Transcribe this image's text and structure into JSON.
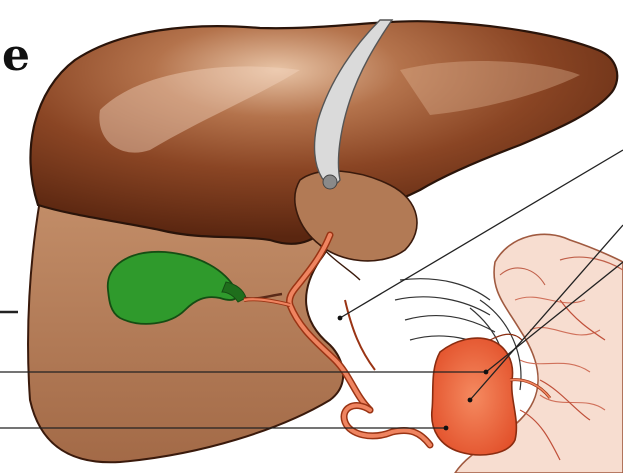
{
  "label_fragment": "e",
  "colors": {
    "background": "#ffffff",
    "liver_dark": "#5e2a12",
    "liver_mid": "#8f4a25",
    "liver_light": "#c9936a",
    "liver_lower": "#b37a56",
    "outline": "#2a140a",
    "ligament": "#d6d6d6",
    "gallbladder": "#2f9a2c",
    "gallbladder_dark": "#1f6e1c",
    "vessel": "#e06a3e",
    "vessel_dark": "#9a3414",
    "pancreas_orange": "#f0623a",
    "duodenum": "#f7e0d4",
    "intestine_pink": "#f6c8b8",
    "leader_line": "#222222"
  },
  "icons": [
    "liver-illustration",
    "gallbladder-illustration",
    "pancreas-illustration"
  ]
}
